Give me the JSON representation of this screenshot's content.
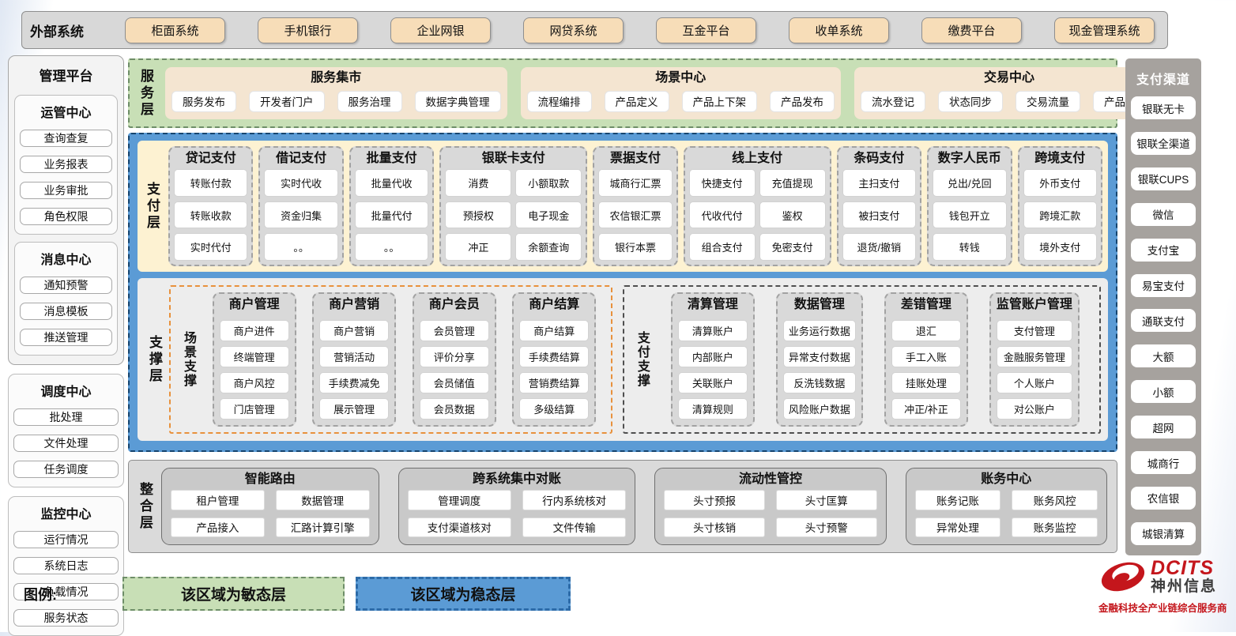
{
  "colors": {
    "agile_layer_green": "#c8dfb6",
    "stable_layer_blue": "#5b9bd5",
    "external_button_tan": "#f7ddb8",
    "panel_gray": "#d9d9d9",
    "scene_support_orange": "#e8913c",
    "brand_red": "#c4161c"
  },
  "external_systems": {
    "label": "外部系统",
    "items": [
      "柜面系统",
      "手机银行",
      "企业网银",
      "网贷系统",
      "互金平台",
      "收单系统",
      "缴费平台",
      "现金管理系统"
    ]
  },
  "management_platform": {
    "title": "管理平台",
    "groups": [
      {
        "title": "运管中心",
        "items": [
          "查询查复",
          "业务报表",
          "业务审批",
          "角色权限"
        ]
      },
      {
        "title": "消息中心",
        "items": [
          "通知预警",
          "消息模板",
          "推送管理"
        ]
      },
      {
        "title": "调度中心",
        "items": [
          "批处理",
          "文件处理",
          "任务调度"
        ]
      },
      {
        "title": "监控中心",
        "items": [
          "运行情况",
          "系统日志",
          "负载情况",
          "服务状态"
        ]
      }
    ]
  },
  "service_layer": {
    "label": "服务层",
    "groups": [
      {
        "title": "服务集市",
        "items": [
          "服务发布",
          "开发者门户",
          "服务治理",
          "数据字典管理"
        ]
      },
      {
        "title": "场景中心",
        "items": [
          "流程编排",
          "产品定义",
          "产品上下架",
          "产品发布"
        ]
      },
      {
        "title": "交易中心",
        "items": [
          "流水登记",
          "状态同步",
          "交易流量",
          "产品收益"
        ]
      }
    ]
  },
  "payment_layer": {
    "label": "支付层",
    "groups": [
      {
        "title": "贷记支付",
        "columns": [
          [
            "转账付款",
            "转账收款",
            "实时代付"
          ]
        ]
      },
      {
        "title": "借记支付",
        "columns": [
          [
            "实时代收",
            "资金归集",
            "。。"
          ]
        ]
      },
      {
        "title": "批量支付",
        "columns": [
          [
            "批量代收",
            "批量代付",
            "。。"
          ]
        ]
      },
      {
        "title": "银联卡支付",
        "columns": [
          [
            "消费",
            "预授权",
            "冲正"
          ],
          [
            "小额取款",
            "电子现金",
            "余额查询"
          ]
        ]
      },
      {
        "title": "票据支付",
        "columns": [
          [
            "城商行汇票",
            "农信银汇票",
            "银行本票"
          ]
        ]
      },
      {
        "title": "线上支付",
        "columns": [
          [
            "快捷支付",
            "代收代付",
            "组合支付"
          ],
          [
            "充值提现",
            "鉴权",
            "免密支付"
          ]
        ]
      },
      {
        "title": "条码支付",
        "columns": [
          [
            "主扫支付",
            "被扫支付",
            "退货/撤销"
          ]
        ]
      },
      {
        "title": "数字人民币",
        "columns": [
          [
            "兑出/兑回",
            "钱包开立",
            "转钱"
          ]
        ]
      },
      {
        "title": "跨境支付",
        "columns": [
          [
            "外币支付",
            "跨境汇款",
            "境外支付"
          ]
        ]
      }
    ]
  },
  "support_layer": {
    "label": "支撑层",
    "regions": [
      {
        "label": "场景支撑",
        "groups": [
          {
            "title": "商户管理",
            "items": [
              "商户进件",
              "终端管理",
              "商户风控",
              "门店管理"
            ]
          },
          {
            "title": "商户营销",
            "items": [
              "商户营销",
              "营销活动",
              "手续费减免",
              "展示管理"
            ]
          },
          {
            "title": "商户会员",
            "items": [
              "会员管理",
              "评价分享",
              "会员储值",
              "会员数据"
            ]
          },
          {
            "title": "商户结算",
            "items": [
              "商户结算",
              "手续费结算",
              "营销费结算",
              "多级结算"
            ]
          }
        ]
      },
      {
        "label": "支付支撑",
        "groups": [
          {
            "title": "清算管理",
            "items": [
              "清算账户",
              "内部账户",
              "关联账户",
              "清算规则"
            ]
          },
          {
            "title": "数据管理",
            "items": [
              "业务运行数据",
              "异常支付数据",
              "反洗钱数据",
              "风险账户数据"
            ]
          },
          {
            "title": "差错管理",
            "items": [
              "退汇",
              "手工入账",
              "挂账处理",
              "冲正/补正"
            ]
          },
          {
            "title": "监管账户管理",
            "items": [
              "支付管理",
              "金融服务管理",
              "个人账户",
              "对公账户"
            ]
          }
        ]
      }
    ]
  },
  "integration_layer": {
    "label": "整合层",
    "groups": [
      {
        "title": "智能路由",
        "items": [
          "租户管理",
          "数据管理",
          "产品接入",
          "汇路计算引擎"
        ]
      },
      {
        "title": "跨系统集中对账",
        "items": [
          "管理调度",
          "行内系统核对",
          "支付渠道核对",
          "文件传输"
        ]
      },
      {
        "title": "流动性管控",
        "items": [
          "头寸预报",
          "头寸匡算",
          "头寸核销",
          "头寸预警"
        ]
      },
      {
        "title": "账务中心",
        "items": [
          "账务记账",
          "账务风控",
          "异常处理",
          "账务监控"
        ]
      }
    ]
  },
  "payment_channels": {
    "title": "支付渠道",
    "items": [
      "银联无卡",
      "银联全渠道",
      "银联CUPS",
      "微信",
      "支付宝",
      "易宝支付",
      "通联支付",
      "大额",
      "小额",
      "超网",
      "城商行",
      "农信银",
      "城银清算"
    ]
  },
  "legend": {
    "label": "图例:",
    "agile": "该区域为敏态层",
    "stable": "该区域为稳态层"
  },
  "logo": {
    "brand": "DCITS",
    "brand_cn": "神州信息",
    "tagline": "金融科技全产业链综合服务商"
  }
}
